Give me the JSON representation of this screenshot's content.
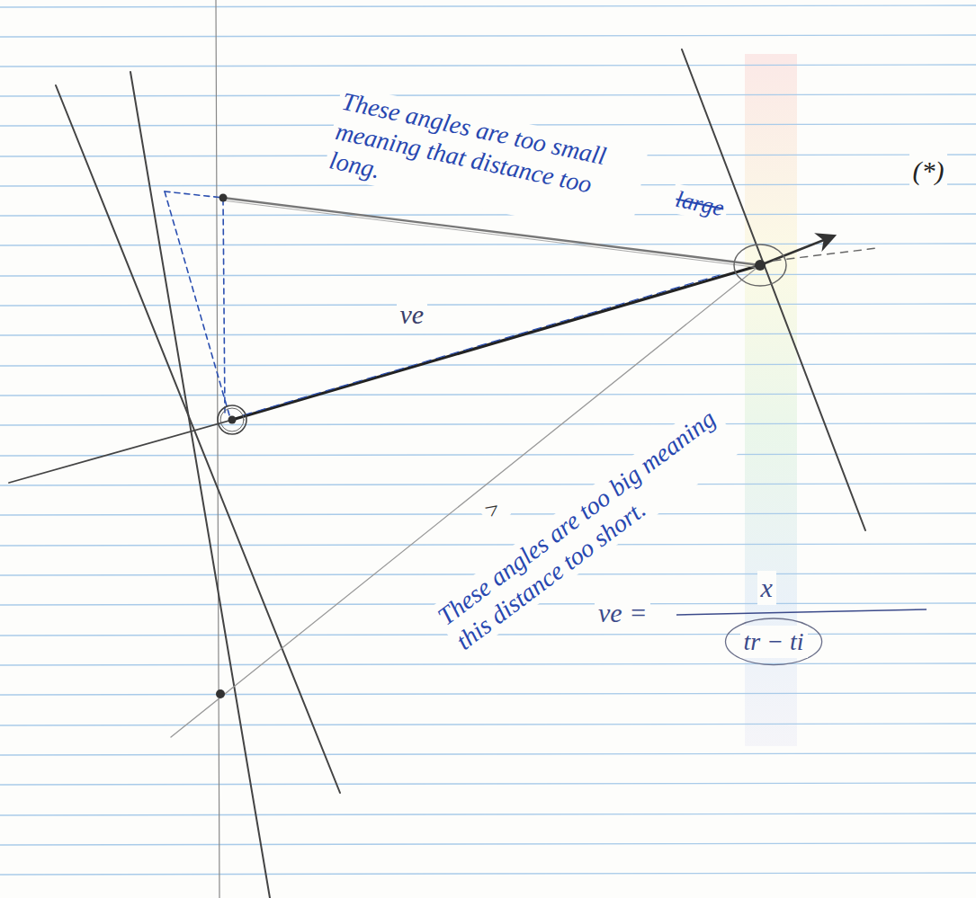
{
  "diagram": {
    "labels": [
      "(*)",
      "These angles are too small meaning that distance too long.",
      "large",
      "ve",
      ">",
      "These angles are too big meaning this distance too short.",
      "ve =",
      "x",
      "tr − ti"
    ]
  }
}
